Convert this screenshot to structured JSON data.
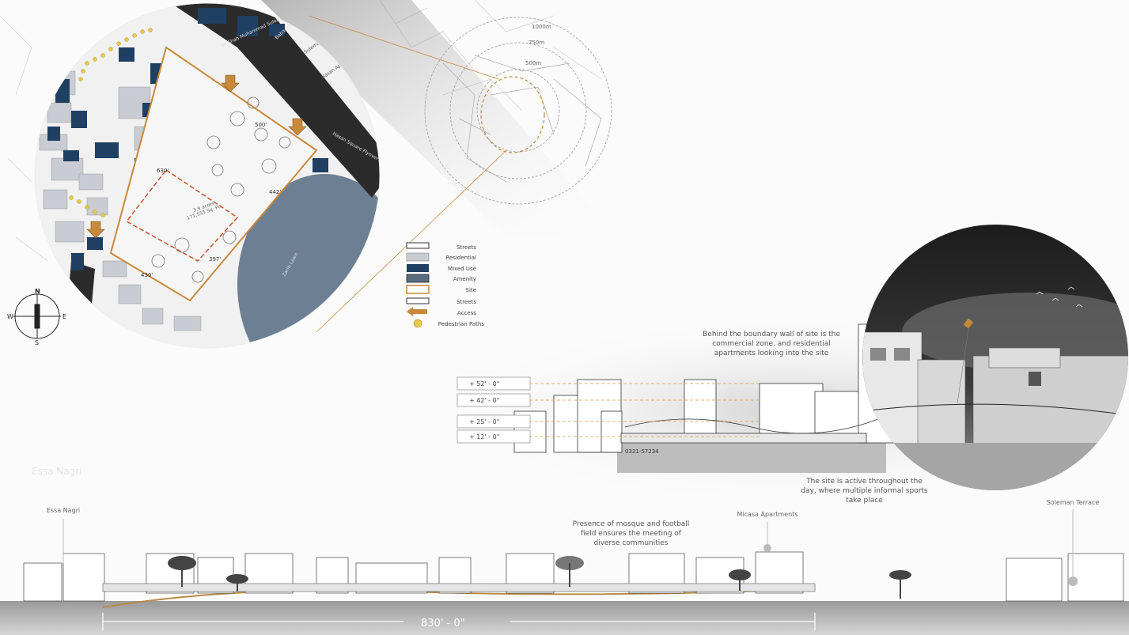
{
  "legend": {
    "items": [
      {
        "label": "Streets",
        "swatch": "street"
      },
      {
        "label": "Residential",
        "swatch": "#c9ccd2"
      },
      {
        "label": "Mixed Use",
        "swatch": "#1f3f63"
      },
      {
        "label": "Amenity",
        "swatch": "#5a6b80"
      },
      {
        "label": "Site",
        "swatch": "site"
      },
      {
        "label": "Streets",
        "swatch": "street2"
      },
      {
        "label": "Access",
        "swatch": "arrow"
      },
      {
        "label": "Pedestrian Paths",
        "swatch": "dot"
      }
    ]
  },
  "compass": {
    "n": "N",
    "s": "S",
    "e": "E",
    "w": "W"
  },
  "map": {
    "site_area": "3.9 acres",
    "site_sqft": "171,555 Sq. Ft.",
    "roads": [
      "Sir Shah Muhammad Suleman Rd",
      "Hasan Square Flyover"
    ],
    "road_label_upper": "Baba-e-Urdu Rd",
    "buildings": [
      "Sulemani Terrace",
      "Hasan Apartments"
    ],
    "lake": "Zarib Lawn",
    "dims": [
      "500'",
      "442'",
      "630'",
      "430'",
      "397'"
    ],
    "radii": [
      "1000m",
      "750m",
      "500m"
    ]
  },
  "levels": [
    "+ 52' - 0\"",
    "+ 42' - 0\"",
    "+ 25' - 0\"",
    "+ 12' - 0\""
  ],
  "notes": {
    "boundary": "Behind the boundary wall of site is the commercial zone, and residential apartments looking into the site",
    "active": "The site is active throughout the day, where multiple informal sports take place",
    "mosque": "Presence of mosque and football field ensures the meeting of diverse communities"
  },
  "places": {
    "essa": "Essa Nagri",
    "micasa": "Micasa Apartments",
    "soleman": "Soleman Terrace",
    "faded": "Essa Nagri"
  },
  "dimension": "830' - 0\"",
  "graffiti": "0331-57234"
}
